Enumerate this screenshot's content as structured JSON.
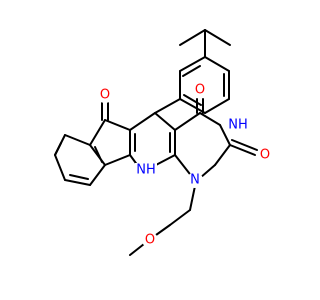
{
  "atoms": {
    "o_ketone": "O",
    "o_c4": "O",
    "nh_imide": "NH",
    "o_c2": "O",
    "nh_ring": "NH",
    "n1": "N",
    "o_ether": "O"
  },
  "colors": {
    "oxygen": "#ff0000",
    "nitrogen": "#0000ff",
    "bond": "#000000"
  }
}
